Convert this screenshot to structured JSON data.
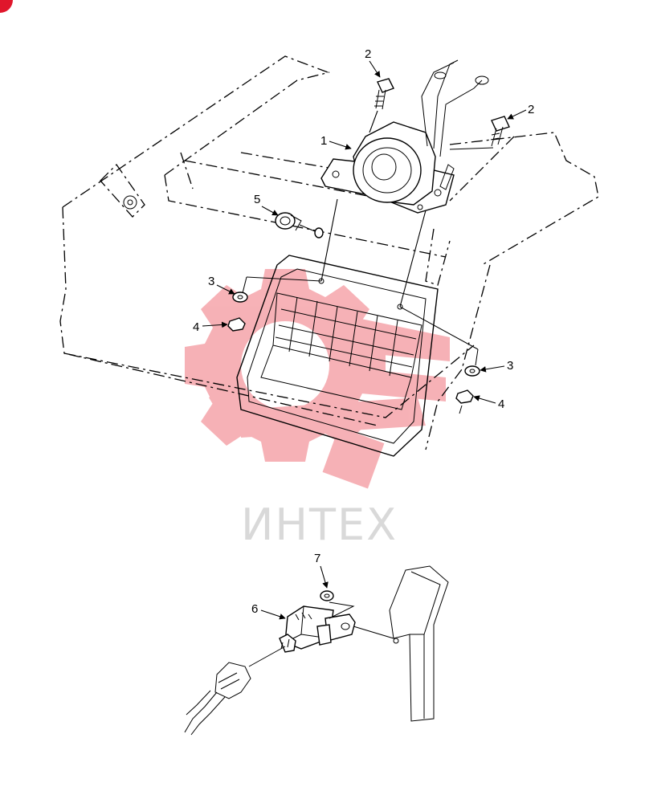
{
  "watermark": {
    "text": "ИНТЕХ",
    "color": "#f0737b"
  },
  "corner_badge_color": "#e0162b",
  "callouts": [
    {
      "id": "c1",
      "label": "1"
    },
    {
      "id": "c2a",
      "label": "2"
    },
    {
      "id": "c2b",
      "label": "2"
    },
    {
      "id": "c3a",
      "label": "3"
    },
    {
      "id": "c3b",
      "label": "3"
    },
    {
      "id": "c4a",
      "label": "4"
    },
    {
      "id": "c4b",
      "label": "4"
    },
    {
      "id": "c5",
      "label": "5"
    },
    {
      "id": "c6",
      "label": "6"
    },
    {
      "id": "c7",
      "label": "7"
    }
  ]
}
